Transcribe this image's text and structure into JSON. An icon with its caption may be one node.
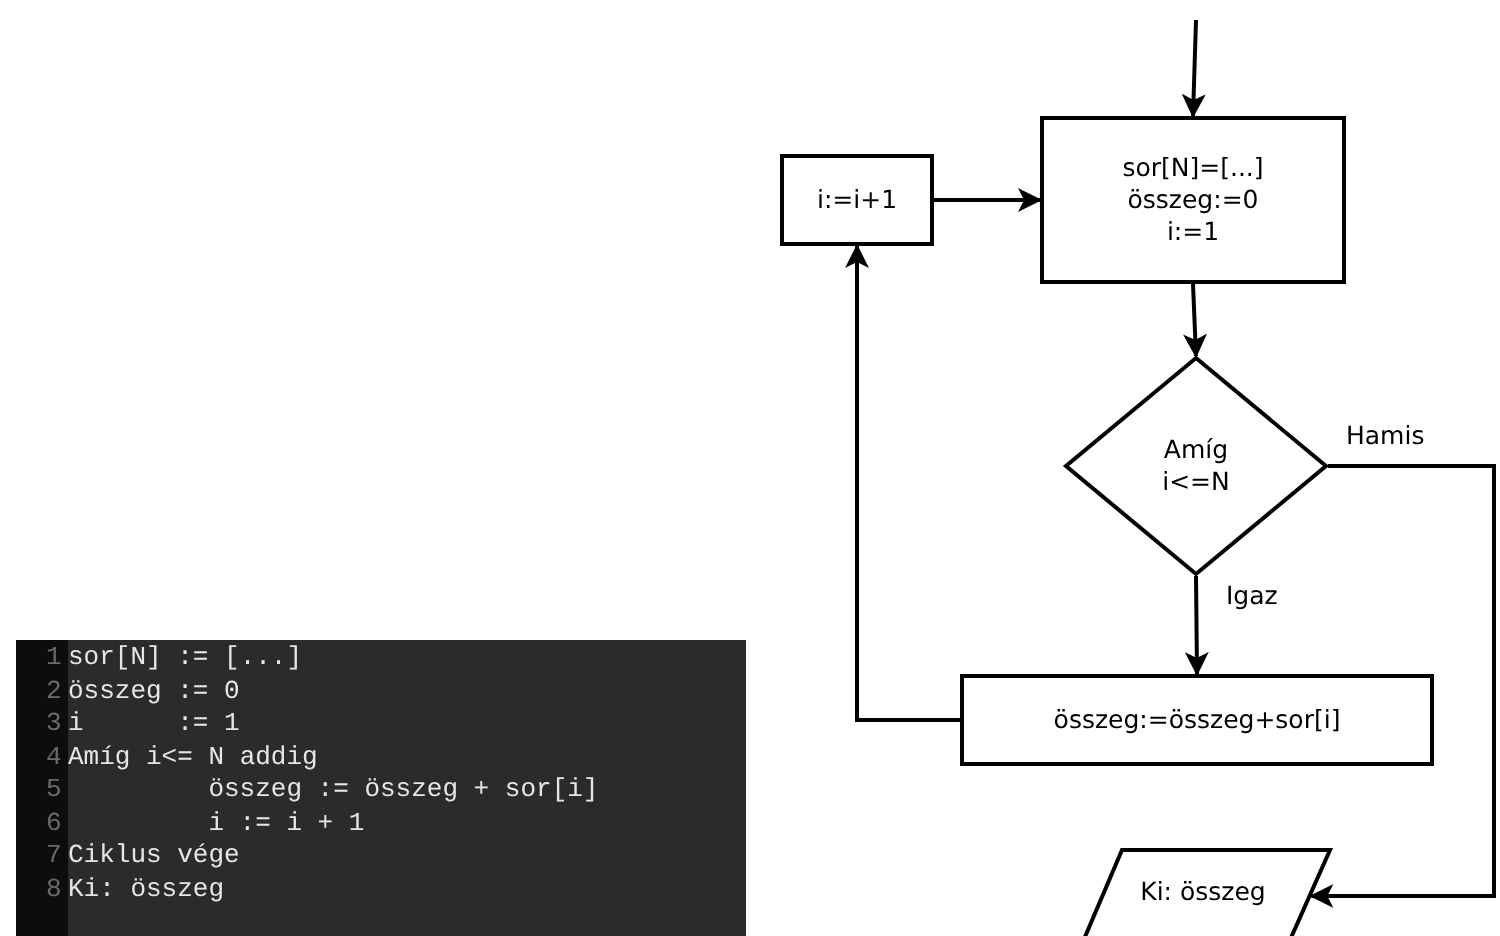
{
  "diagram": {
    "nodes": [
      {
        "text": [
          "sor[N]=[...]",
          "összeg:=0",
          "i:=1"
        ]
      },
      {
        "text": [
          "i:=i+1"
        ]
      },
      {
        "text": [
          "Amíg i<=N"
        ]
      },
      {
        "text": [
          "összeg:=összeg+sor[i]"
        ]
      },
      {
        "text": [
          "Ki: összeg"
        ]
      }
    ],
    "edges": [
      {
        "from": null,
        "to": 0,
        "arrow": "to"
      },
      {
        "from": 1,
        "to": 0,
        "arrow": "to"
      },
      {
        "from": 0,
        "to": 2,
        "arrow": "to"
      },
      {
        "from": 2,
        "to": 3,
        "arrow": "to",
        "label": "Igaz"
      },
      {
        "from": 3,
        "to": 1,
        "arrow": "to"
      },
      {
        "from": 2,
        "to": 4,
        "arrow": "to",
        "label": "Hamis"
      }
    ],
    "labels": [
      "1",
      "sor[N] := [...]",
      "2",
      "összeg := 0",
      "3",
      "i      := 1",
      "4",
      "Amíg i<= N addig",
      "5",
      "összeg := összeg + sor[i]",
      "6",
      "i := i + 1",
      "7",
      "Ciklus vége",
      "8",
      "Ki: összeg"
    ]
  }
}
